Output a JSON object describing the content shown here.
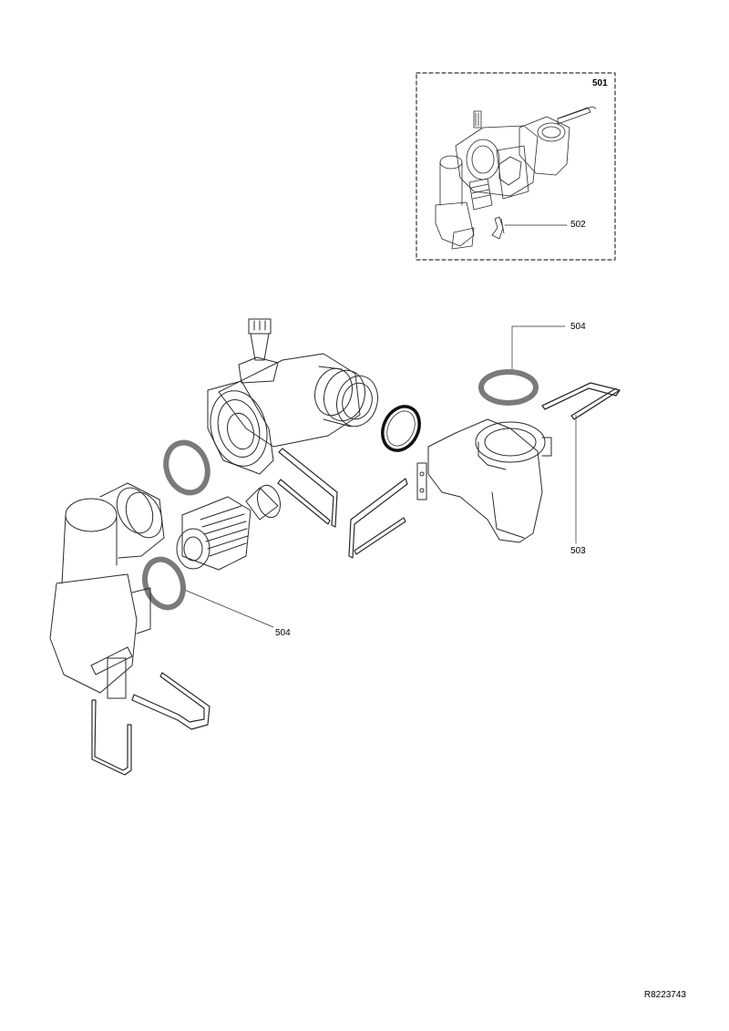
{
  "callouts": {
    "assembly": "501",
    "clip": "502",
    "bracket": "503",
    "seal_top": "504",
    "seal_bottom": "504"
  },
  "drawing_ref": "R8223743",
  "colors": {
    "line": "#2a2a2a",
    "seal": "#7a7a7a",
    "box_border": "#333333"
  }
}
